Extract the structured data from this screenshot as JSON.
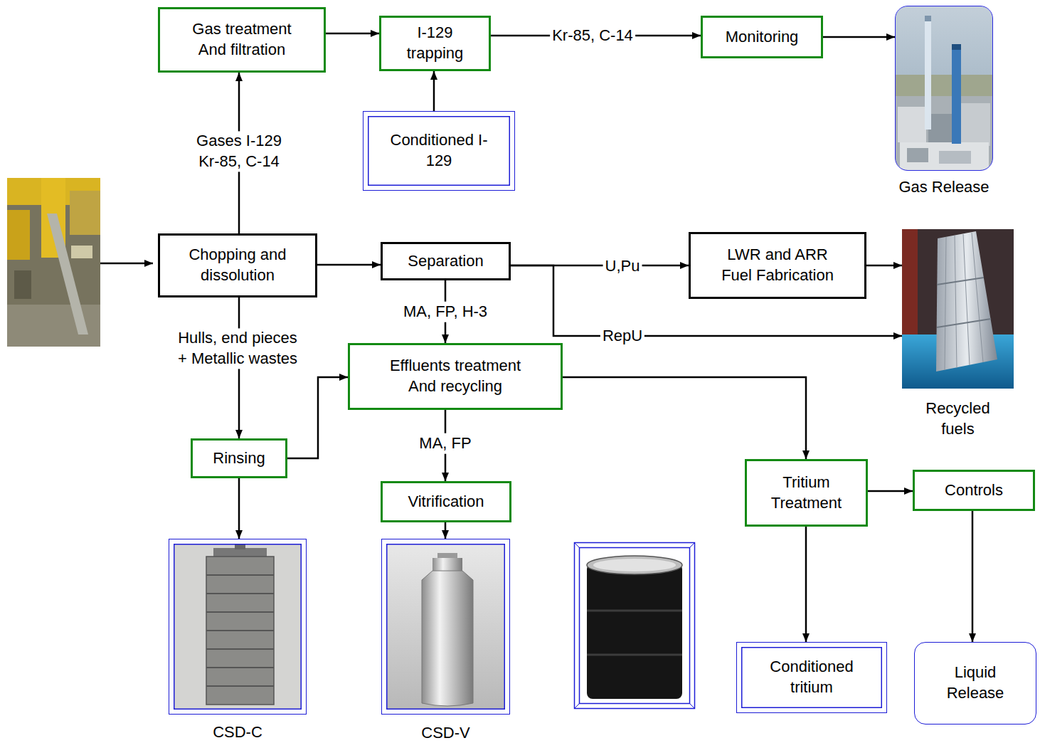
{
  "diagram": {
    "nodes": [
      {
        "text": [
          "Gas treatment And filtration"
        ]
      },
      {
        "text": [
          "I-129 trapping"
        ]
      },
      {
        "text": [
          "Monitoring"
        ]
      },
      {
        "text": [
          "Conditioned I-129"
        ]
      },
      {
        "text": [
          "Gas Release"
        ]
      },
      {
        "text": [
          "Chopping and dissolution"
        ]
      },
      {
        "text": [
          "Separation"
        ]
      },
      {
        "text": [
          "LWR and ARR Fuel Fabrication"
        ]
      },
      {
        "text": [
          "Recycled fuels"
        ]
      },
      {
        "text": [
          "Effluents treatment And recycling"
        ]
      },
      {
        "text": [
          "Rinsing"
        ]
      },
      {
        "text": [
          "Vitrification"
        ]
      },
      {
        "text": [
          "Tritium Treatment"
        ]
      },
      {
        "text": [
          "Controls"
        ]
      },
      {
        "text": [
          "CSD-C"
        ]
      },
      {
        "text": [
          "CSD-V"
        ]
      },
      {
        "text": [
          "Conditioned tritium"
        ]
      },
      {
        "text": [
          "Liquid Release"
        ]
      }
    ],
    "edges": [
      {
        "from": 5,
        "to": 0,
        "label": "Gases I-129 Kr-85, C-14",
        "arrow": "to"
      },
      {
        "from": 0,
        "to": 1,
        "arrow": "to"
      },
      {
        "from": 3,
        "to": 1,
        "arrow": "to"
      },
      {
        "from": 1,
        "to": 2,
        "label": "Kr-85, C-14",
        "arrow": "to"
      },
      {
        "from": 2,
        "to": 4,
        "arrow": "to"
      },
      {
        "from": 5,
        "to": 6,
        "arrow": "to"
      },
      {
        "from": 6,
        "to": 7,
        "label": "U,Pu",
        "arrow": "to"
      },
      {
        "from": 6,
        "to": 8,
        "label": "RepU",
        "arrow": "to"
      },
      {
        "from": 7,
        "to": 8,
        "arrow": "to"
      },
      {
        "from": 6,
        "to": 9,
        "label": "MA, FP, H-3",
        "arrow": "to"
      },
      {
        "from": 5,
        "to": 10,
        "label": "Hulls, end pieces + Metallic wastes",
        "arrow": "to"
      },
      {
        "from": 10,
        "to": 9,
        "arrow": "to"
      },
      {
        "from": 10,
        "to": 14,
        "arrow": "to"
      },
      {
        "from": 9,
        "to": 11,
        "label": "MA, FP",
        "arrow": "to"
      },
      {
        "from": 11,
        "to": 15,
        "arrow": "to"
      },
      {
        "from": 9,
        "to": 12,
        "arrow": "to"
      },
      {
        "from": 12,
        "to": 13,
        "arrow": "to"
      },
      {
        "from": 12,
        "to": 16,
        "arrow": "to"
      },
      {
        "from": 13,
        "to": 17,
        "arrow": "to"
      }
    ]
  }
}
